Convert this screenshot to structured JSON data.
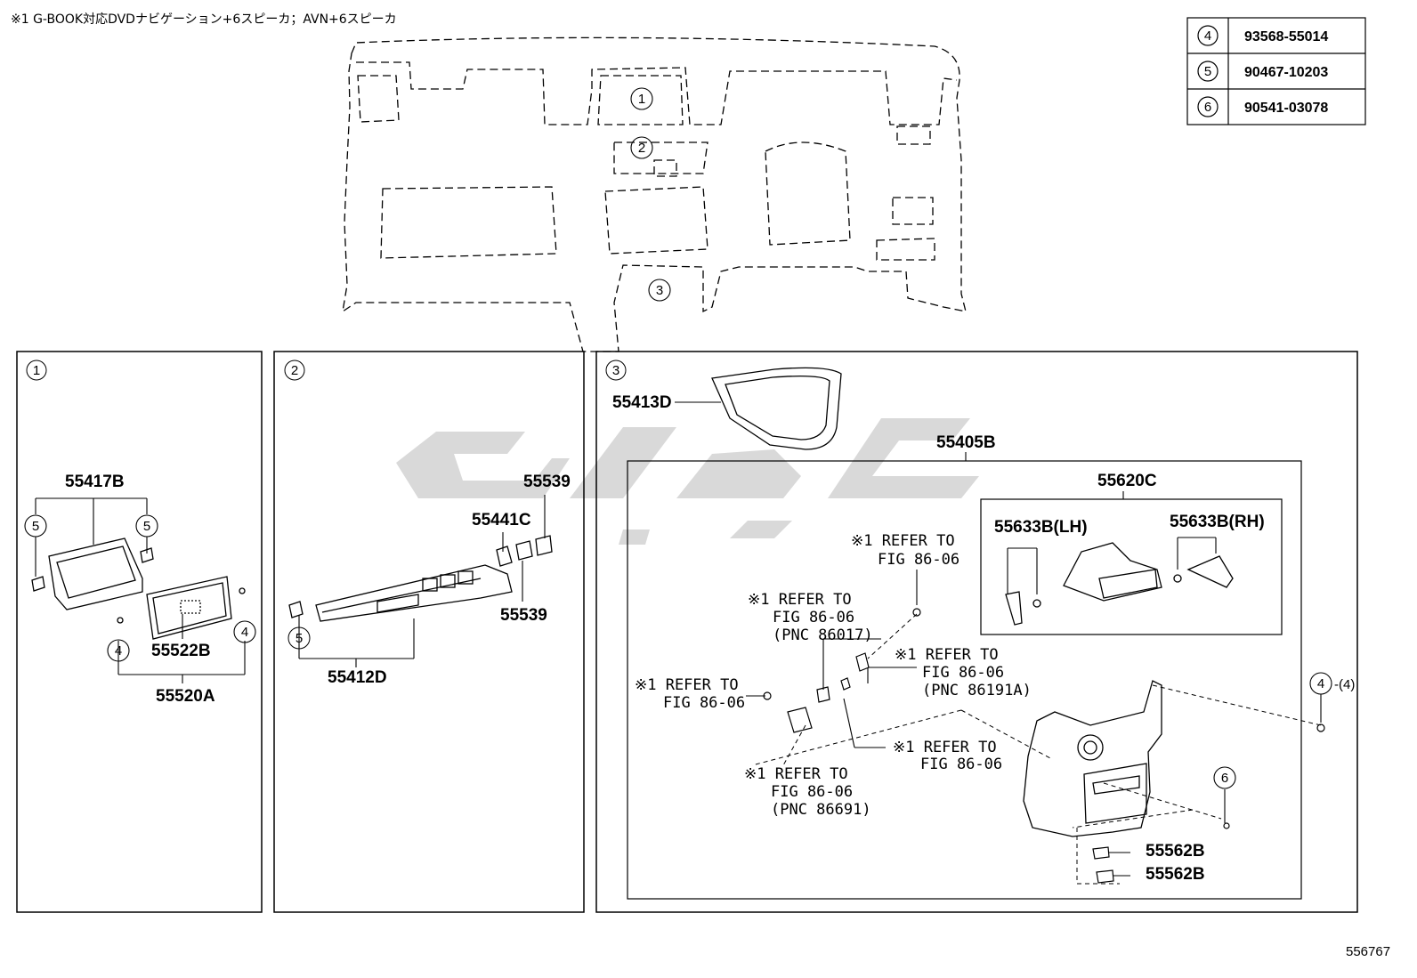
{
  "header_note": "※1 G-BOOK対応DVDナビゲーション+6スピーカ；AVN+6スピーカ",
  "figure_number": "556767",
  "bolt_table": [
    {
      "ref": "4",
      "part": "93568-55014"
    },
    {
      "ref": "5",
      "part": "90467-10203"
    },
    {
      "ref": "6",
      "part": "90541-03078"
    }
  ],
  "overview": {
    "callouts": [
      "1",
      "2",
      "3"
    ]
  },
  "panel1": {
    "index": "1",
    "labels": {
      "p55417B": "55417B",
      "p55522B": "55522B",
      "p55520A": "55520A"
    },
    "circles": {
      "c5a": "5",
      "c5b": "5",
      "c4a": "4",
      "c4b": "4"
    }
  },
  "panel2": {
    "index": "2",
    "labels": {
      "p55539a": "55539",
      "p55441C": "55441C",
      "p55539b": "55539",
      "p55412D": "55412D"
    },
    "circles": {
      "c5": "5"
    }
  },
  "panel3": {
    "index": "3",
    "labels": {
      "p55413D": "55413D",
      "p55405B": "55405B",
      "p55620C": "55620C",
      "p55633BLH": "55633B(LH)",
      "p55633BRH": "55633B(RH)",
      "p55562Ba": "55562B",
      "p55562Bb": "55562B",
      "qty4": "-(4)"
    },
    "circles": {
      "c4": "4",
      "c6": "6"
    },
    "refs": {
      "r1a": "※1 REFER TO",
      "r1b": "FIG 86-06",
      "r2a": "※1 REFER TO",
      "r2b": "FIG 86-06",
      "r2c": "(PNC 86017)",
      "r3a": "※1 REFER TO",
      "r3b": "FIG 86-06",
      "r3c": "(PNC 86191A)",
      "r4a": "※1 REFER TO",
      "r4b": "FIG 86-06",
      "r5a": "※1 REFER TO",
      "r5b": "FIG 86-06",
      "r6a": "※1 REFER TO",
      "r6b": "FIG 86-06",
      "r6c": "(PNC 86691)"
    }
  }
}
